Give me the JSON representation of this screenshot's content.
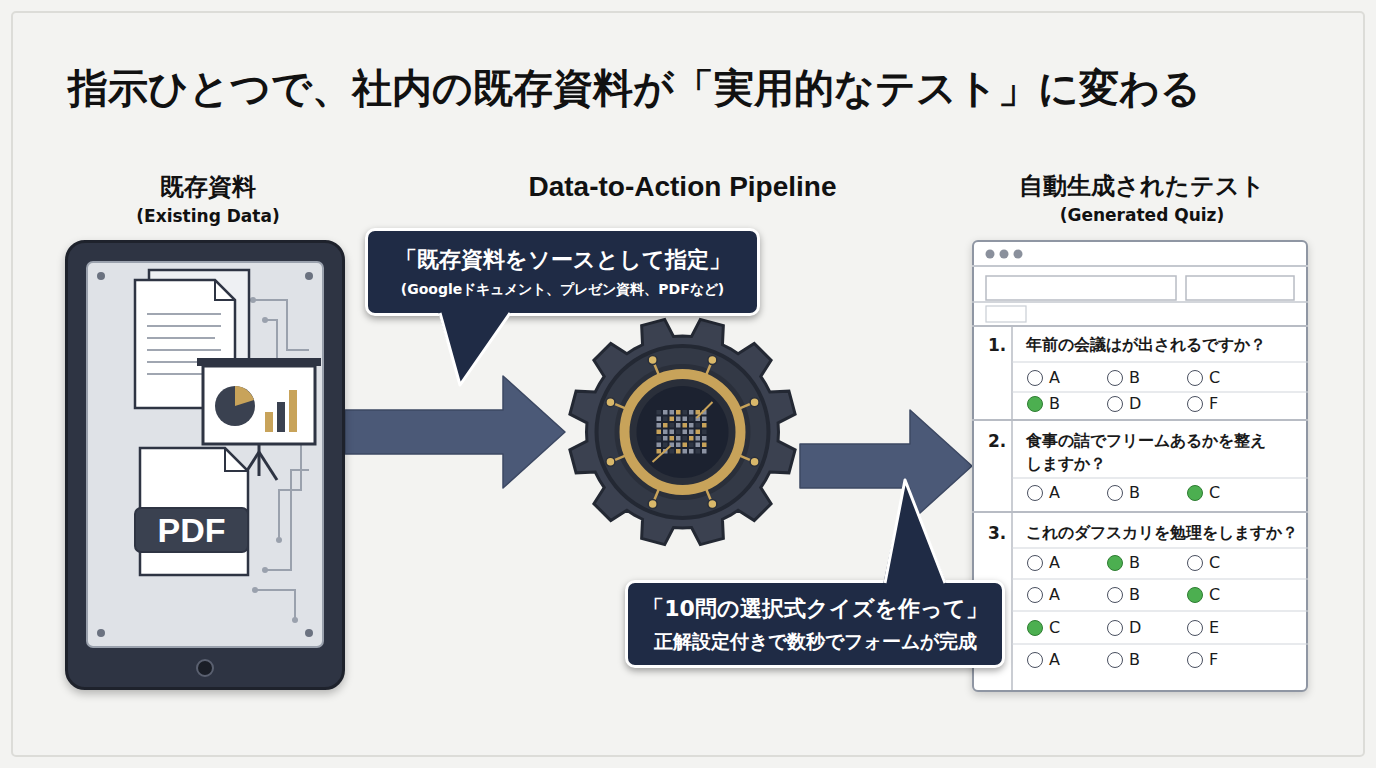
{
  "diagram": {
    "title": "指示ひとつで、社内の既存資料が「実用的なテスト」に変わる",
    "nodes": [
      {
        "text": [
          "既存資料",
          "(Existing Data)"
        ]
      },
      {
        "text": [
          "「既存資料をソースとして指定」",
          "(Googleドキュメント、プレゼン資料、PDFなど)"
        ]
      },
      {
        "text": [
          "Data-to-Action Pipeline"
        ]
      },
      {
        "text": [
          "自動生成されたテスト",
          "(Generated Quiz)"
        ]
      },
      {
        "text": [
          "「10問の選択式クイズを作って」",
          "正解設定付きで数秒でフォームが完成"
        ]
      }
    ],
    "edges": [
      {
        "from": 0,
        "to": 2,
        "arrow": "to"
      },
      {
        "from": 2,
        "to": 3,
        "arrow": "to"
      }
    ],
    "labels": [
      "PDF",
      "1.",
      "年前の会議はが出されるですか？",
      "A",
      "B",
      "C",
      "B",
      "D",
      "F",
      "2.",
      "食事の詰でフリームあるかを整えしますか？",
      "A",
      "B",
      "C",
      "3.",
      "これのダフスカリを勉理をしますか？",
      "A",
      "B",
      "C",
      "A",
      "B",
      "C",
      "C",
      "D",
      "E",
      "A",
      "B",
      "F"
    ]
  }
}
